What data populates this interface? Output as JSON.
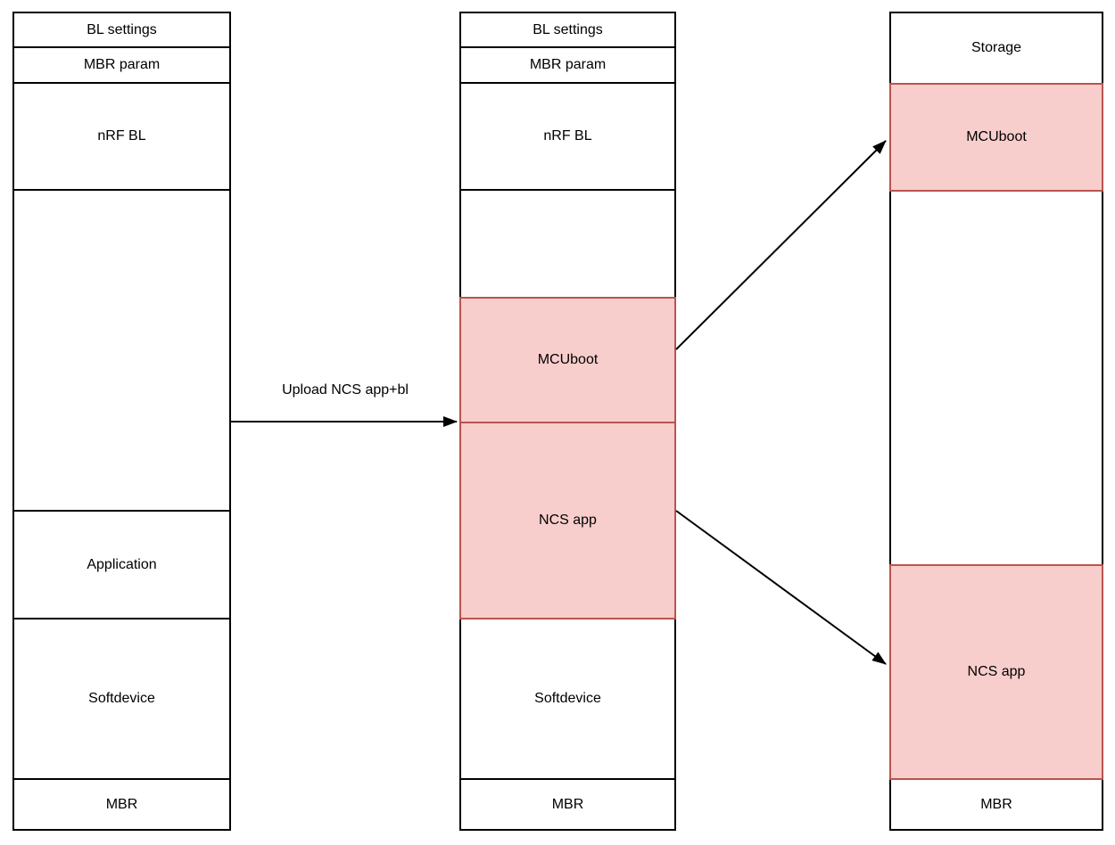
{
  "diagram": {
    "title_hint": "nRF flash memory partition layouts before and after NCS app+bl upload",
    "arrow_label": "Upload NCS app+bl",
    "colors": {
      "highlight_fill": "#f8cecc",
      "highlight_stroke": "#b85450",
      "box_stroke": "#000000",
      "background": "#ffffff"
    },
    "columns": [
      {
        "id": "original-layout",
        "segments": [
          {
            "label": "BL settings",
            "highlight": false
          },
          {
            "label": "MBR param",
            "highlight": false
          },
          {
            "label": "nRF BL",
            "highlight": false
          },
          {
            "label": "",
            "highlight": false
          },
          {
            "label": "Application",
            "highlight": false
          },
          {
            "label": "Softdevice",
            "highlight": false
          },
          {
            "label": "MBR",
            "highlight": false
          }
        ]
      },
      {
        "id": "after-upload-layout",
        "segments": [
          {
            "label": "BL settings",
            "highlight": false
          },
          {
            "label": "MBR param",
            "highlight": false
          },
          {
            "label": "nRF BL",
            "highlight": false
          },
          {
            "label": "",
            "highlight": false
          },
          {
            "label": "MCUboot",
            "highlight": true
          },
          {
            "label": "NCS app",
            "highlight": true
          },
          {
            "label": "Softdevice",
            "highlight": false
          },
          {
            "label": "MBR",
            "highlight": false
          }
        ]
      },
      {
        "id": "final-layout",
        "segments": [
          {
            "label": "Storage",
            "highlight": false
          },
          {
            "label": "MCUboot",
            "highlight": true
          },
          {
            "label": "",
            "highlight": false
          },
          {
            "label": "NCS app",
            "highlight": true
          },
          {
            "label": "MBR",
            "highlight": false
          }
        ]
      }
    ]
  }
}
